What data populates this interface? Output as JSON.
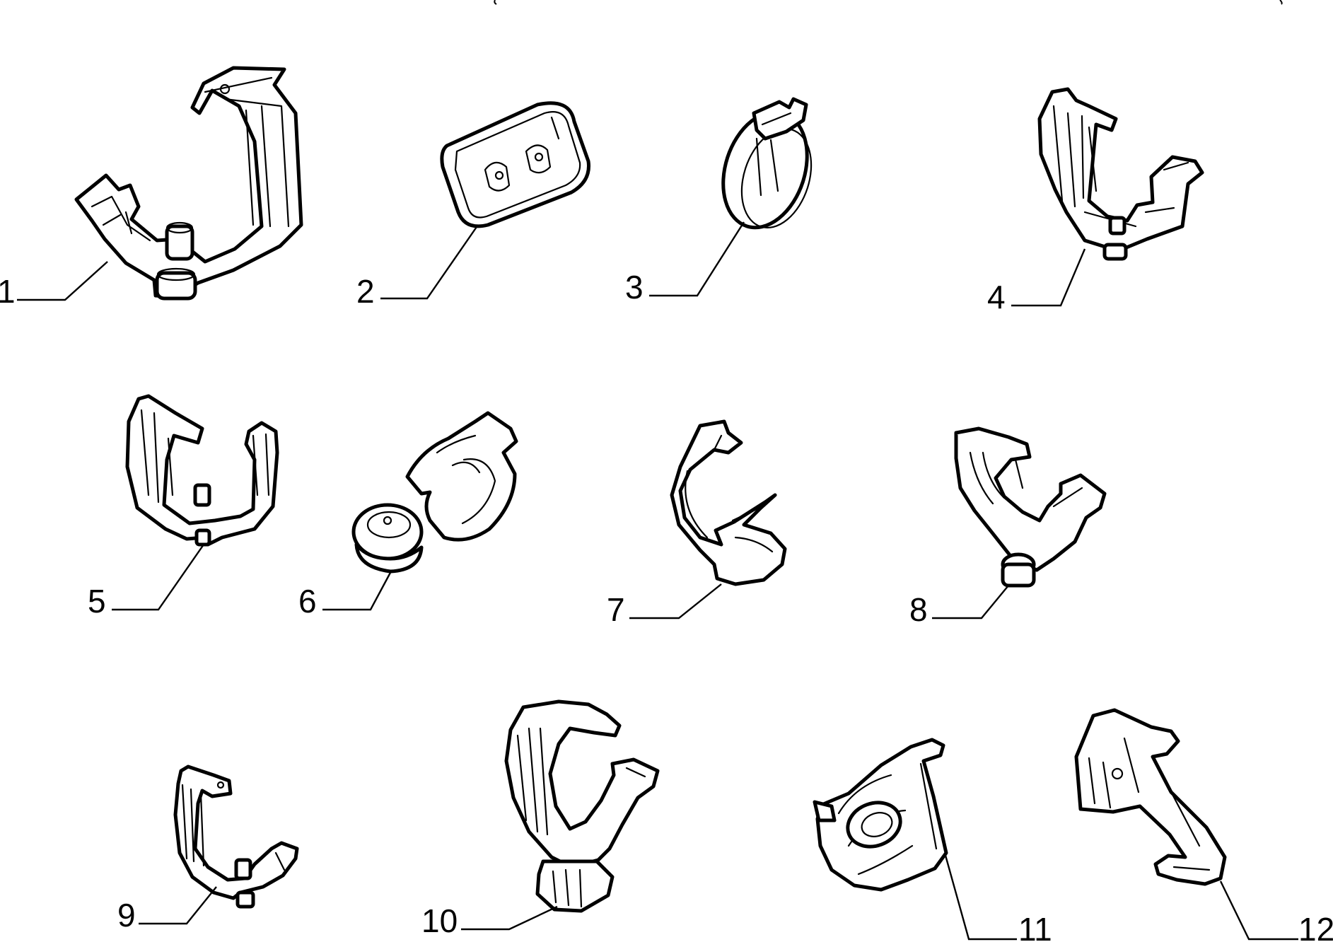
{
  "parts": [
    {
      "id": 1,
      "label": "1",
      "kind": "bracket-clamp"
    },
    {
      "id": 2,
      "label": "2",
      "kind": "rubber-pad"
    },
    {
      "id": 3,
      "label": "3",
      "kind": "hose-clamp"
    },
    {
      "id": 4,
      "label": "4",
      "kind": "bracket-clamp"
    },
    {
      "id": 5,
      "label": "5",
      "kind": "bracket-clamp"
    },
    {
      "id": 6,
      "label": "6",
      "kind": "clamp-with-mount"
    },
    {
      "id": 7,
      "label": "7",
      "kind": "spring-clip"
    },
    {
      "id": 8,
      "label": "8",
      "kind": "bracket-clamp"
    },
    {
      "id": 9,
      "label": "9",
      "kind": "bracket-clamp"
    },
    {
      "id": 10,
      "label": "10",
      "kind": "clamp-with-mount"
    },
    {
      "id": 11,
      "label": "11",
      "kind": "clamp-assembly"
    },
    {
      "id": 12,
      "label": "12",
      "kind": "mounting-bracket"
    }
  ],
  "colors": {
    "ink": "#000000",
    "paper": "#ffffff"
  }
}
